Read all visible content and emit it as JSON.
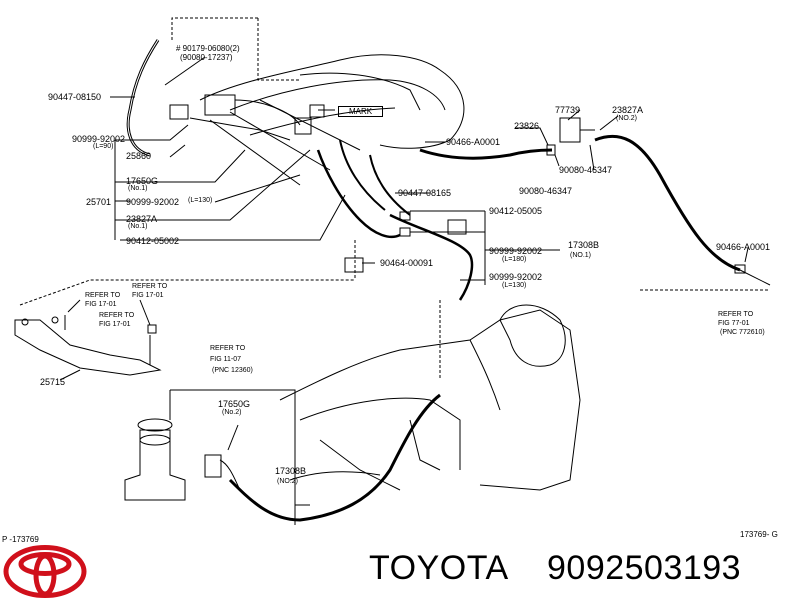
{
  "labels": {
    "p90179": "# 90179-06080(2)",
    "p90080a": "(90080-17237)",
    "p90447a": "90447-08150",
    "p90999a": "90999-92002",
    "l90": "(L=90)",
    "p25860": "25860",
    "p17650a": "17650G",
    "no1a": "(No.1)",
    "p25701": "25701",
    "p90999b": "90999-92002",
    "l130a": "(L=130)",
    "p23827a": "23827A",
    "no1b": "(No.1)",
    "p90412a": "90412-05002",
    "mark": "MARK",
    "p90447b": "90447-08165",
    "p77739": "77739",
    "p23827b": "23827A",
    "no2a": "(NO.2)",
    "p23826": "23826",
    "p90466a": "90466-A0001",
    "p90080b": "90080-46347",
    "p90080c": "90080-46347",
    "p90412b": "90412-05005",
    "p90999c": "90999-92002",
    "l180": "(L=180)",
    "p17308a": "17308B",
    "no1c": "(NO.1)",
    "p90999d": "90999-92002",
    "l130b": "(L=130)",
    "p90464": "90464-00091",
    "p90466b": "90466-A0001",
    "refer1": "REFER TO",
    "fig1701a": "FIG 17-01",
    "refer2": "REFER TO",
    "refer3": "REFER TO",
    "fig1701b": "FIG 17-01",
    "fig1701c": "FIG 17-01",
    "p25715": "25715",
    "refer4": "REFER TO",
    "fig7701": "FIG 77-01",
    "pnc772610": "(PNC 772610)",
    "refer5": "REFER TO",
    "fig1107": "FIG 11-07",
    "pnc12360": "(PNC 12360)",
    "p17650b": "17650G",
    "no2b": "(No.2)",
    "p17308b": "17308B",
    "no2c": "(NO.2)",
    "corner_left": "P -173769",
    "corner_right": "173769- G"
  },
  "brand": {
    "name": "TOYOTA",
    "part_number": "9092503193"
  },
  "colors": {
    "line": "#000000",
    "logo": "#d0101b",
    "background": "#ffffff"
  }
}
